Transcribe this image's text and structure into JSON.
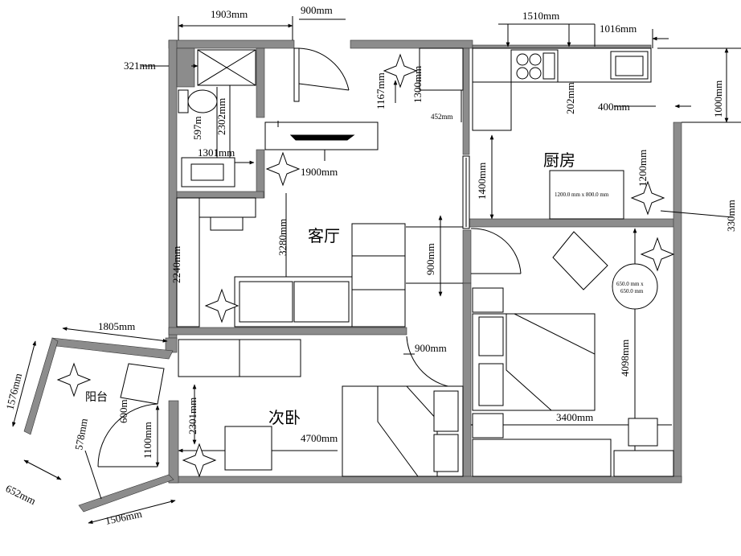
{
  "rooms": {
    "living": "客厅",
    "kitchen": "厨房",
    "second_bedroom": "次卧",
    "balcony": "阳台"
  },
  "dimensions": {
    "d1903": "1903mm",
    "d900_top": "900mm",
    "d1510": "1510mm",
    "d1016": "1016mm",
    "d321": "321mm",
    "d1167": "1167mm",
    "d1300": "1300mm",
    "d202": "202mm",
    "d400": "400mm",
    "d1000": "1000mm",
    "d452": "452mm",
    "d597": "597m",
    "d2302": "2302mm",
    "d1301": "1301mm",
    "d1900": "1900mm",
    "d1400": "1400mm",
    "d1200": "1200mm",
    "d330": "330mm",
    "d3280": "3280mm",
    "d2240": "2240mm",
    "d900_living": "900mm",
    "d900_bed": "900mm",
    "d1805": "1805mm",
    "d1576": "1576mm",
    "d600": "600m",
    "d578": "578mm",
    "d652": "652mm",
    "d1506": "1506mm",
    "d1100": "1100mm",
    "d2301": "2301mm",
    "d4700": "4700mm",
    "d3400": "3400mm",
    "d4098": "4098mm"
  },
  "annotations": {
    "kitchen_table": "1200.0 mm x 800.0 mm",
    "round_table_line1": "650.0 mm x",
    "round_table_line2": "650.0 mm"
  },
  "colors": {
    "wall": "#8c8c8c",
    "line": "#000000",
    "background": "#ffffff"
  }
}
